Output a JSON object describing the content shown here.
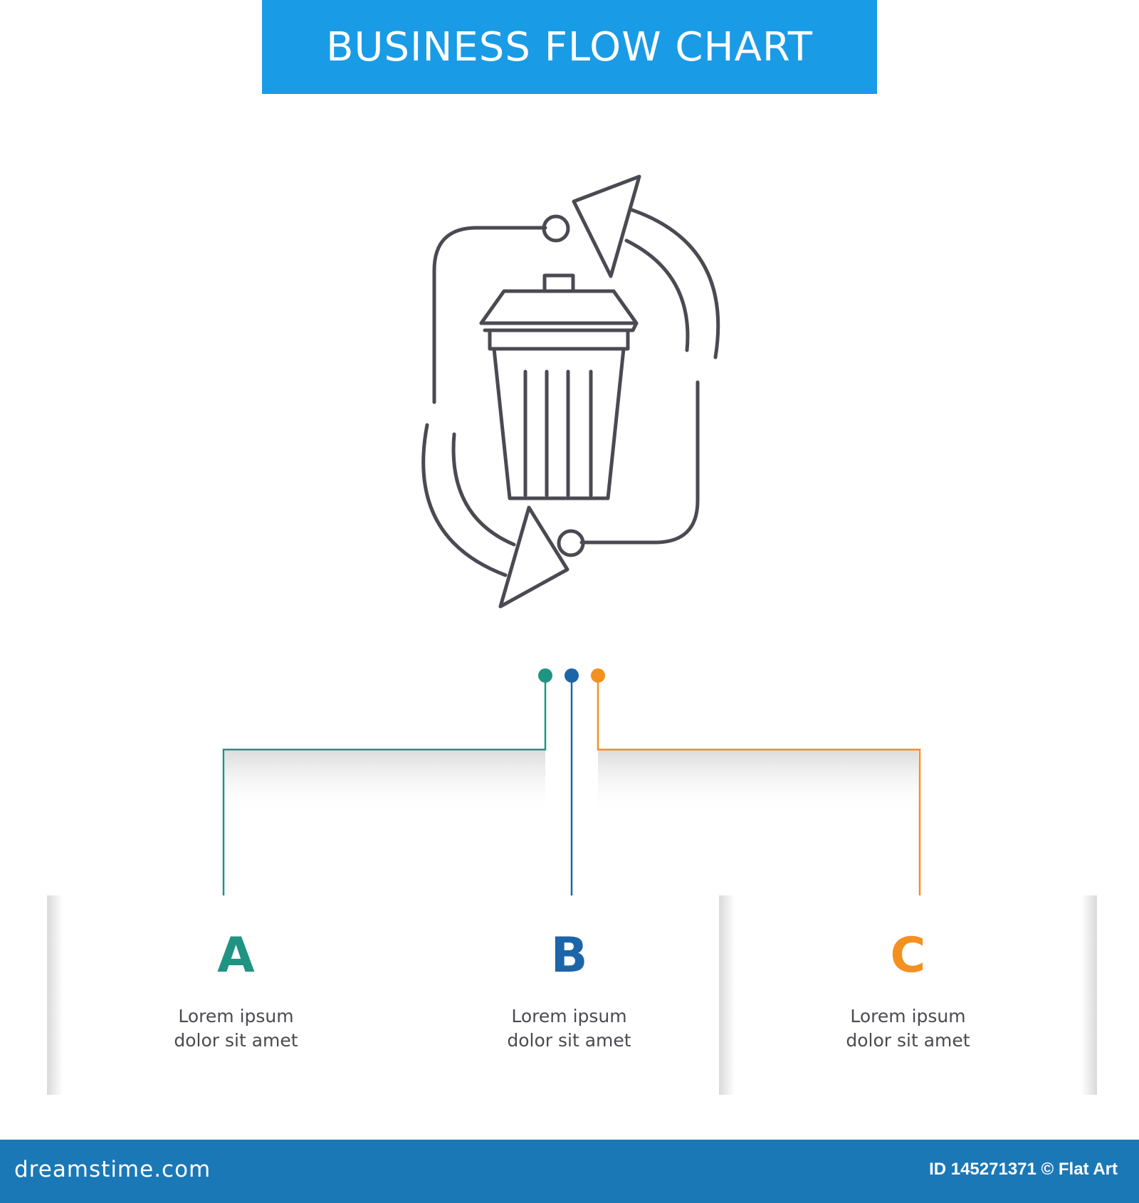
{
  "header": {
    "title": "BUSINESS FLOW CHART"
  },
  "icon": {
    "name": "trash-recycle-icon"
  },
  "colors": {
    "banner": "#1a9be6",
    "footer": "#1b78b6",
    "a": "#1f9483",
    "b": "#1c65a8",
    "c": "#f4901f",
    "icon_stroke": "#4a4a52"
  },
  "steps": [
    {
      "letter": "A",
      "text_line1": "Lorem ipsum",
      "text_line2": "dolor sit amet",
      "color": "#1f9483"
    },
    {
      "letter": "B",
      "text_line1": "Lorem ipsum",
      "text_line2": "dolor sit amet",
      "color": "#1c65a8"
    },
    {
      "letter": "C",
      "text_line1": "Lorem ipsum",
      "text_line2": "dolor sit amet",
      "color": "#f4901f"
    }
  ],
  "footer": {
    "brand": "dreamstime.com",
    "id_text": "ID 145271371 © Flat Art"
  }
}
